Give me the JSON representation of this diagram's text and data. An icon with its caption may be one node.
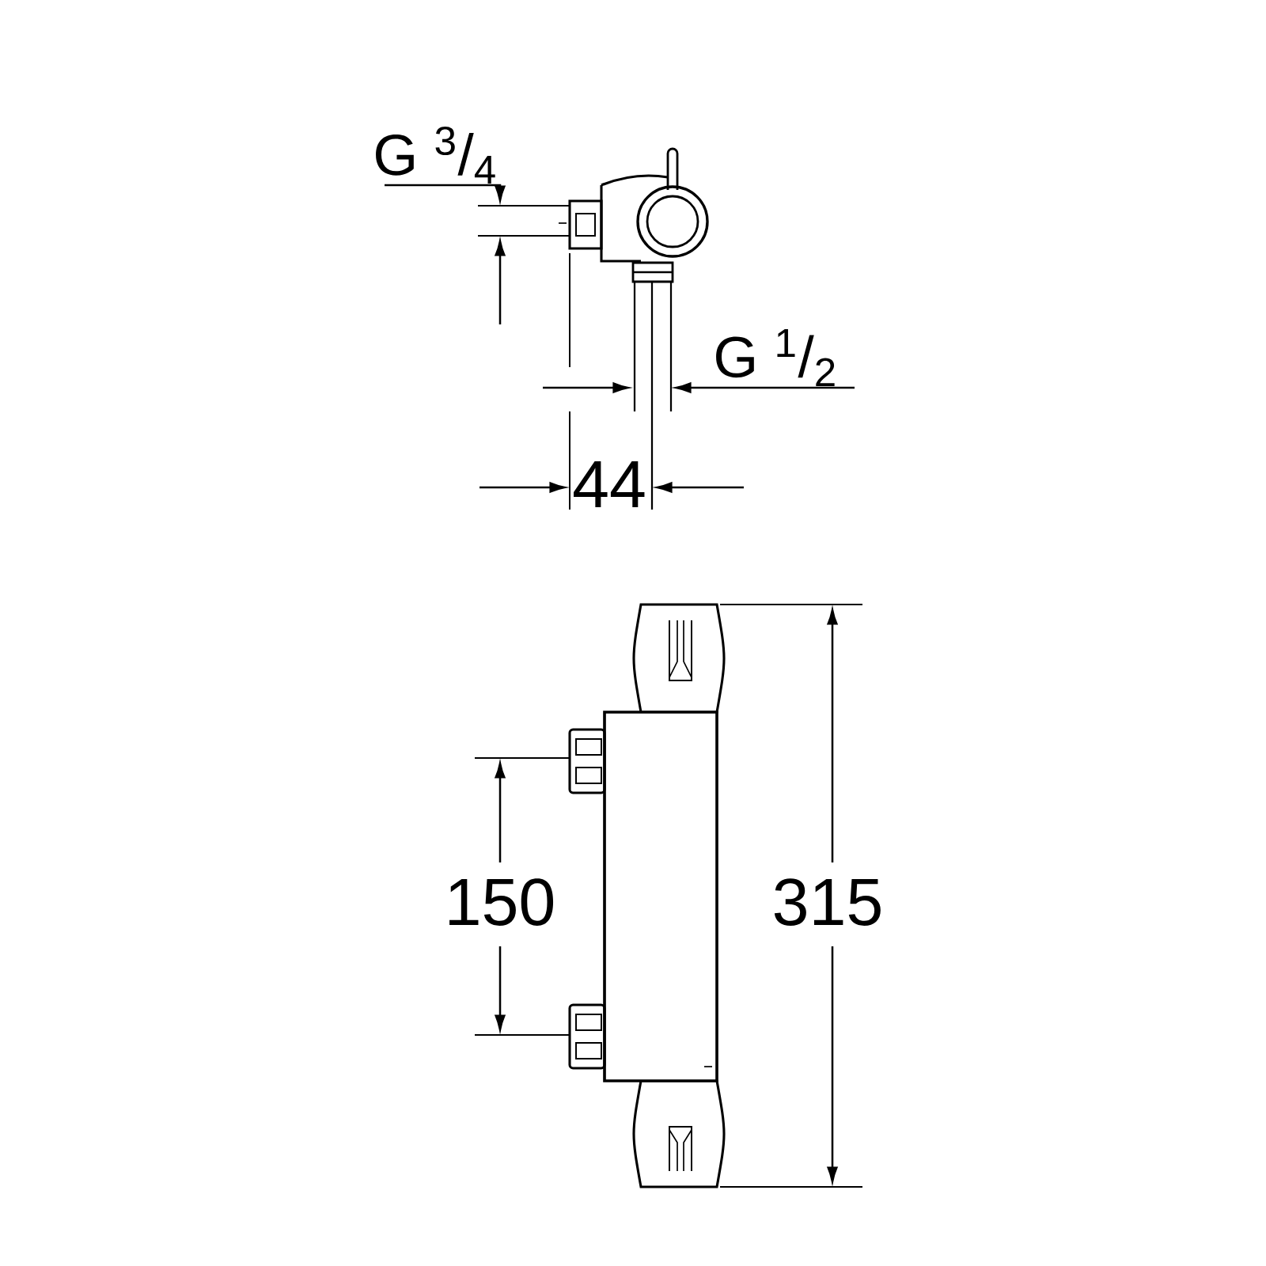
{
  "diagram": {
    "labels": [
      "G $^{3}$/$_{4}$",
      "G $^{1}$/$_{2}$",
      "44",
      "150",
      "315"
    ]
  }
}
